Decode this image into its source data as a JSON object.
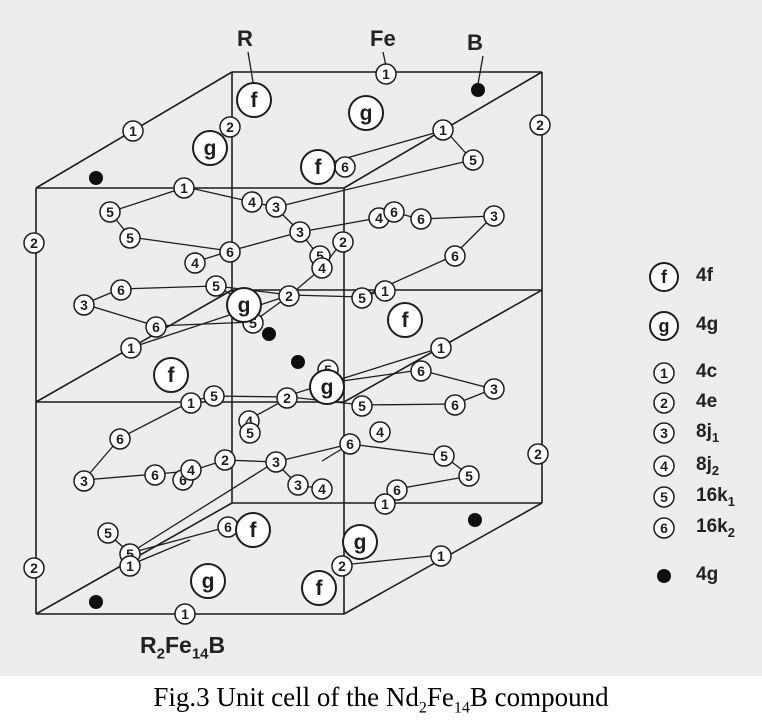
{
  "labels": {
    "r": "R",
    "fe": "Fe",
    "b": "B"
  },
  "formula": {
    "base1": "R",
    "sub1": "2",
    "base2": "Fe",
    "sub2": "14",
    "base3": "B"
  },
  "caption": {
    "prefix": "Fig.3 Unit cell of the Nd",
    "sub1": "2",
    "mid": "Fe",
    "sub2": "14",
    "suffix": "B compound"
  },
  "legend": [
    {
      "symbol": "f",
      "kind": "circle-large",
      "label": "4f"
    },
    {
      "symbol": "g",
      "kind": "circle-large",
      "label": "4g"
    },
    {
      "symbol": "1",
      "kind": "circle-small",
      "label": "4c"
    },
    {
      "symbol": "2",
      "kind": "circle-small",
      "label": "4e"
    },
    {
      "symbol": "3",
      "kind": "circle-small",
      "label": "8j",
      "label_sub": "1"
    },
    {
      "symbol": "4",
      "kind": "circle-small",
      "label": "8j",
      "label_sub": "2"
    },
    {
      "symbol": "5",
      "kind": "circle-small",
      "label": "16k",
      "label_sub": "1"
    },
    {
      "symbol": "6",
      "kind": "circle-small",
      "label": "16k",
      "label_sub": "2"
    },
    {
      "symbol": "",
      "kind": "dot",
      "label": "4g"
    }
  ],
  "atom_symbols": {
    "r_f": "f",
    "r_g": "g",
    "fe_1": "1",
    "fe_2": "2",
    "fe_3": "3",
    "fe_4": "4",
    "fe_5": "5",
    "fe_6": "6"
  }
}
